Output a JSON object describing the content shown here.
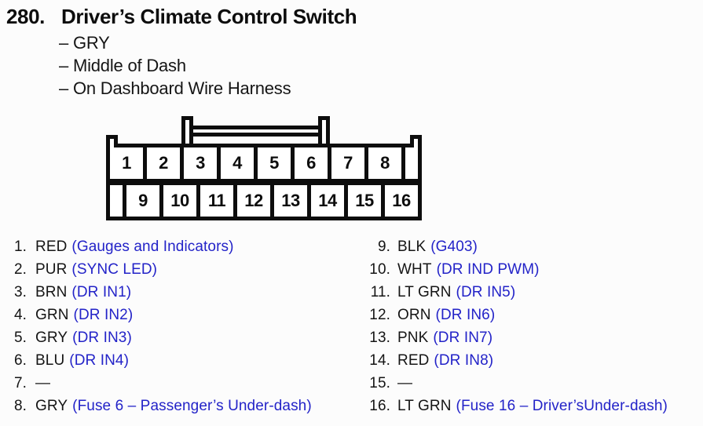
{
  "header": {
    "number": "280.",
    "title": "Driver’s Climate Control Switch",
    "bullets": [
      "– GRY",
      "– Middle of Dash",
      "– On Dashboard Wire Harness"
    ]
  },
  "connector": {
    "top_row": [
      "1",
      "2",
      "3",
      "4",
      "5",
      "6",
      "7",
      "8"
    ],
    "bottom_row": [
      "9",
      "10",
      "11",
      "12",
      "13",
      "14",
      "15",
      "16"
    ]
  },
  "pins_left": [
    {
      "num": "1.",
      "code": "RED",
      "function": "(Gauges and Indicators)"
    },
    {
      "num": "2.",
      "code": "PUR",
      "function": "(SYNC LED)"
    },
    {
      "num": "3.",
      "code": "BRN",
      "function": "(DR IN1)"
    },
    {
      "num": "4.",
      "code": "GRN",
      "function": "(DR IN2)"
    },
    {
      "num": "5.",
      "code": "GRY",
      "function": "(DR IN3)"
    },
    {
      "num": "6.",
      "code": "BLU",
      "function": "(DR IN4)"
    },
    {
      "num": "7.",
      "code": "—",
      "function": ""
    },
    {
      "num": "8.",
      "code": "GRY",
      "function": "(Fuse 6 – Passenger’s Under-dash)"
    }
  ],
  "pins_right": [
    {
      "num": "9.",
      "code": "BLK",
      "function": "(G403)"
    },
    {
      "num": "10.",
      "code": "WHT",
      "function": "(DR IND PWM)"
    },
    {
      "num": "11.",
      "code": "LT GRN",
      "function": "(DR IN5)"
    },
    {
      "num": "12.",
      "code": "ORN",
      "function": "(DR IN6)"
    },
    {
      "num": "13.",
      "code": "PNK",
      "function": "(DR IN7)"
    },
    {
      "num": "14.",
      "code": "RED",
      "function": "(DR IN8)"
    },
    {
      "num": "15.",
      "code": "—",
      "function": ""
    },
    {
      "num": "16.",
      "code": "LT GRN",
      "function": "(Fuse 16 – Driver’sUnder-dash)"
    }
  ],
  "colors": {
    "function_blue": "#2323c8",
    "line_black": "#0d0d0d",
    "background": "#fcfcfc"
  }
}
